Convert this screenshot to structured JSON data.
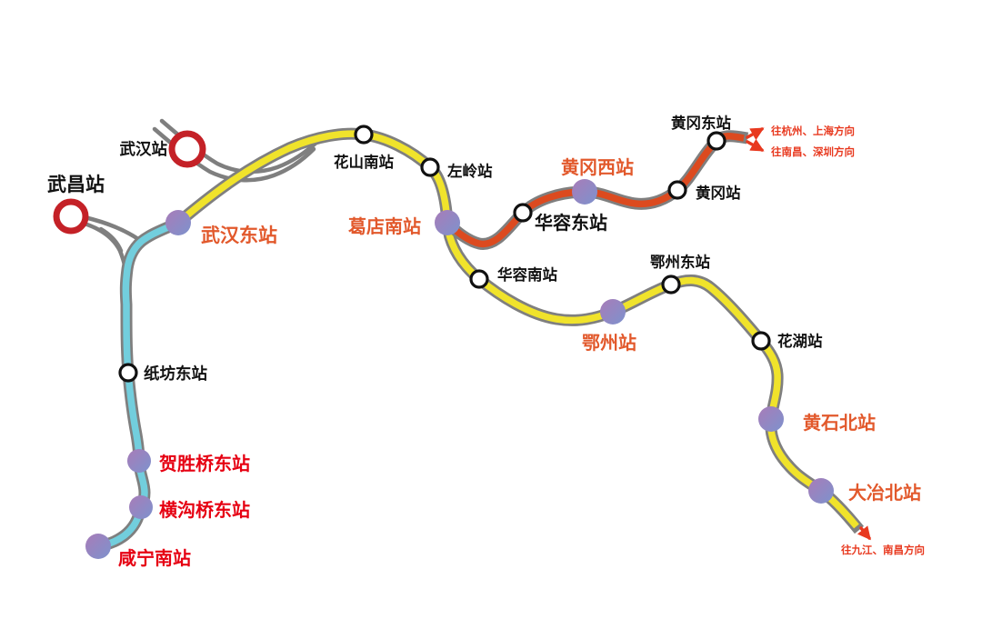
{
  "colors": {
    "background": "#ffffff",
    "track_gray": "#7f7f7f",
    "line_yellow": "#f0e32b",
    "line_orange": "#dc4a1f",
    "line_cyan": "#72cedd",
    "hub_ring_red": "#c42127",
    "label_black": "#111111",
    "label_orange": "#e2592c",
    "label_red": "#e60012",
    "direction_red": "#e8391f",
    "station_purple_start": "#a87cb8",
    "station_purple_end": "#7d92cd"
  },
  "stations": [
    {
      "label": "武昌站",
      "type": "hub-ring",
      "label_style": "black"
    },
    {
      "label": "武汉站",
      "type": "hub-ring",
      "label_style": "black"
    },
    {
      "label": "武汉东站",
      "type": "interchange",
      "label_style": "orange"
    },
    {
      "label": "花山南站",
      "type": "stop",
      "label_style": "black"
    },
    {
      "label": "左岭站",
      "type": "stop",
      "label_style": "black"
    },
    {
      "label": "葛店南站",
      "type": "interchange",
      "label_style": "orange"
    },
    {
      "label": "华容东站",
      "type": "stop",
      "label_style": "black"
    },
    {
      "label": "黄冈西站",
      "type": "interchange",
      "label_style": "orange"
    },
    {
      "label": "黄冈站",
      "type": "stop",
      "label_style": "black"
    },
    {
      "label": "黄冈东站",
      "type": "stop",
      "label_style": "black"
    },
    {
      "label": "华容南站",
      "type": "stop",
      "label_style": "black"
    },
    {
      "label": "鄂州东站",
      "type": "stop",
      "label_style": "black"
    },
    {
      "label": "鄂州站",
      "type": "interchange",
      "label_style": "orange"
    },
    {
      "label": "花湖站",
      "type": "stop",
      "label_style": "black"
    },
    {
      "label": "黄石北站",
      "type": "interchange",
      "label_style": "orange"
    },
    {
      "label": "大冶北站",
      "type": "interchange",
      "label_style": "orange"
    },
    {
      "label": "纸坊东站",
      "type": "stop",
      "label_style": "black"
    },
    {
      "label": "贺胜桥东站",
      "type": "interchange",
      "label_style": "red"
    },
    {
      "label": "横沟桥东站",
      "type": "interchange",
      "label_style": "red"
    },
    {
      "label": "咸宁南站",
      "type": "interchange",
      "label_style": "red"
    }
  ],
  "directions": [
    {
      "label": "往杭州、上海方向"
    },
    {
      "label": "往南昌、深圳方向"
    },
    {
      "label": "往九江、南昌方向"
    }
  ]
}
